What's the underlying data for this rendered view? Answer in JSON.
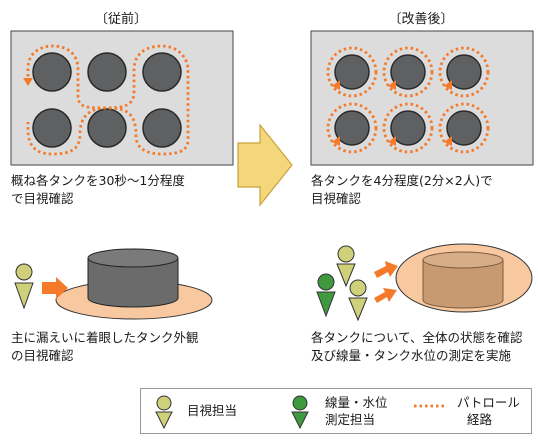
{
  "before": {
    "heading": "〔従前〕",
    "caption_line1": "概ね各タンクを30秒～1分程度",
    "caption_line2": "で目視確認",
    "detail_line1": "主に漏えいに着眼したタンク外観",
    "detail_line2": "の目視確認"
  },
  "after": {
    "heading": "〔改善後〕",
    "caption_line1": "各タンクを4分程度(2分×2人)で",
    "caption_line2": "目視確認",
    "detail_line1": "各タンクについて、全体の状態を確認",
    "detail_line2": "及び線量・タンク水位の測定を実施"
  },
  "legend": {
    "visual_inspector": "目視担当",
    "measurer_line1": "線量・水位",
    "measurer_line2": "測定担当",
    "patrol_line1": "パトロール",
    "patrol_line2": "経路"
  },
  "colors": {
    "panel": "#dcdcdd",
    "tank": "#5f6062",
    "route": "#f47a2a",
    "arrow_fill": "#f3d77a",
    "ellipse_fill": "#f8c9a0",
    "person_yellow": "#cfd07a",
    "person_green": "#3f9a3f"
  }
}
